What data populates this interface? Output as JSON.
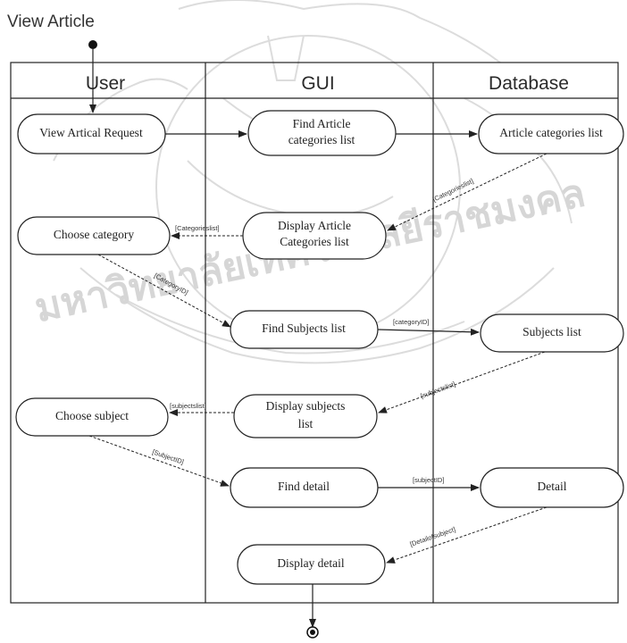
{
  "diagram": {
    "title": "View Article",
    "lanes": [
      "User",
      "GUI",
      "Database"
    ],
    "nodes": {
      "view_request": "View Artical Request",
      "find_article_categories": [
        "Find Article",
        "categories list"
      ],
      "article_categories_list": "Article categories list",
      "display_article_categories": [
        "Display Article",
        "Categories list"
      ],
      "choose_category": "Choose category",
      "find_subjects_list": "Find Subjects list",
      "subjects_list": "Subjects list",
      "display_subjects_list": [
        "Display subjects",
        "list"
      ],
      "choose_subject": "Choose subject",
      "find_detail": "Find detail",
      "detail": "Detail",
      "display_detail": "Display detail"
    },
    "flow_labels": {
      "categories_list_db": "[Categorieslist]",
      "categories_list_ui": "[Categorieslist]",
      "category_id_user": "[CategoryID]",
      "category_id_gui": "[categoryID]",
      "subjects_list_db": "[subjectslist]",
      "subjects_list_ui": "[subjectslist]",
      "subject_id_user": "[SubjectID]",
      "subject_id_gui": "[subjectID]",
      "detail_of_subject": "[Detailofsubject]"
    },
    "watermark_text": "มหาวิทยาลัยเทคโนโลยีราชมงคล"
  }
}
